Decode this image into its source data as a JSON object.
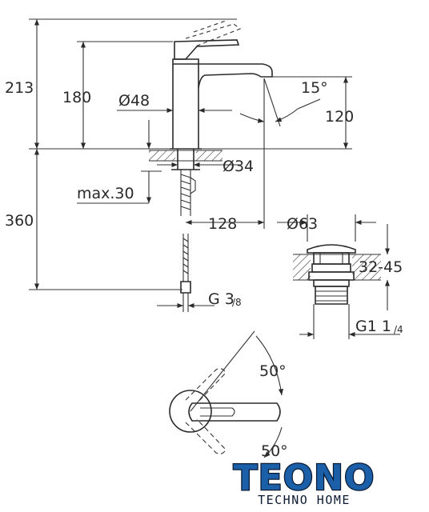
{
  "dimensions": {
    "total_height": "213",
    "spout_height": "180",
    "body_diameter": "Ø48",
    "spout_angle": "15°",
    "spout_clearance": "120",
    "mount_hole": "Ø34",
    "max_thickness": "max.30",
    "hose_length": "360",
    "spout_reach": "128",
    "hose_connection_main": "G 3",
    "hose_connection_frac": "/8",
    "waste_diameter": "Ø63",
    "basin_thickness": "32-45",
    "waste_thread_main": "G1 1",
    "waste_thread_frac": "/4",
    "lever_angle_top": "50°",
    "lever_angle_bottom": "50°"
  },
  "logo": {
    "name": "TEONO",
    "tagline": "TECHNO HOME"
  }
}
